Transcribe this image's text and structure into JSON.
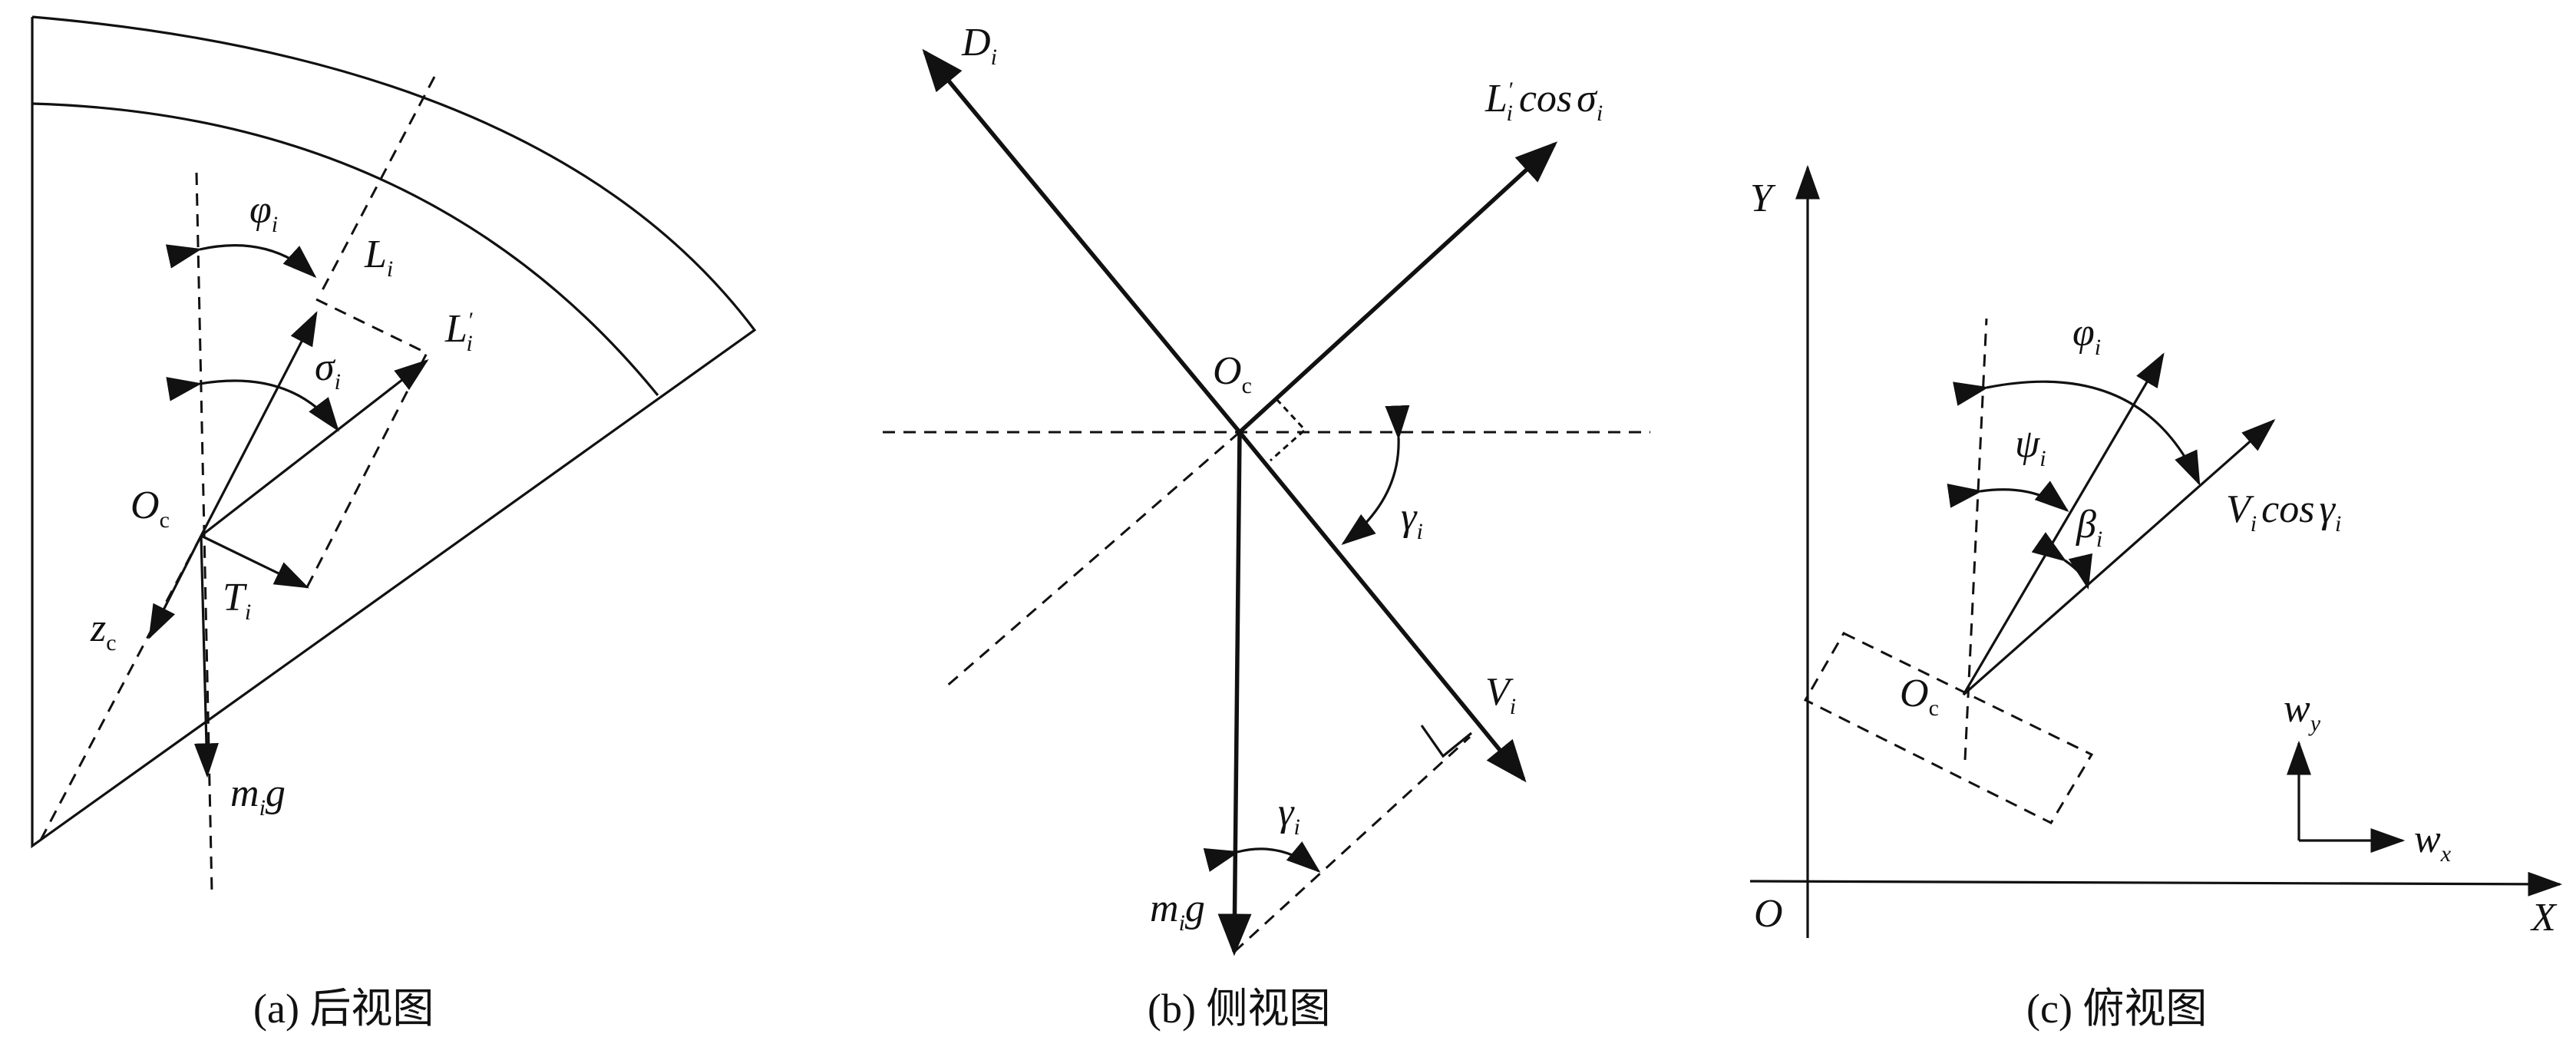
{
  "panels": [
    {
      "caption": "(a) 后视图",
      "labels": {
        "phi": "φ",
        "phi_sub": "i",
        "L": "L",
        "L_sub": "i",
        "Lp": "L",
        "Lp_sub": "i",
        "Lp_prime": "′",
        "sigma": "σ",
        "sigma_sub": "i",
        "Oc": "O",
        "Oc_sub": "c",
        "T": "T",
        "T_sub": "i",
        "zc": "z",
        "zc_sub": "c",
        "mg_m": "m",
        "mg_sub": "i",
        "mg_g": "g"
      }
    },
    {
      "caption": "(b) 侧视图",
      "labels": {
        "D": "D",
        "D_sub": "i",
        "Lcos_L": "L",
        "Lcos_prime": "′",
        "Lcos_sub": "i",
        "Lcos_cos": "cos",
        "Lcos_sigma": "σ",
        "Lcos_sigma_sub": "i",
        "Oc": "O",
        "Oc_sub": "c",
        "gamma1": "γ",
        "gamma1_sub": "i",
        "V": "V",
        "V_sub": "i",
        "gamma2": "γ",
        "gamma2_sub": "i",
        "mg_m": "m",
        "mg_sub": "i",
        "mg_g": "g"
      }
    },
    {
      "caption": "(c) 俯视图",
      "labels": {
        "Y": "Y",
        "X": "X",
        "O": "O",
        "varphi": "φ",
        "varphi_sub": "i",
        "psi": "ψ",
        "psi_sub": "i",
        "beta": "β",
        "beta_sub": "i",
        "Vcos_V": "V",
        "Vcos_sub": "i",
        "Vcos_cos": "cos",
        "Vcos_gamma": "γ",
        "Vcos_gamma_sub": "i",
        "Oc": "O",
        "Oc_sub": "c",
        "wy": "w",
        "wy_sub": "y",
        "wx": "w",
        "wx_sub": "x"
      }
    }
  ]
}
